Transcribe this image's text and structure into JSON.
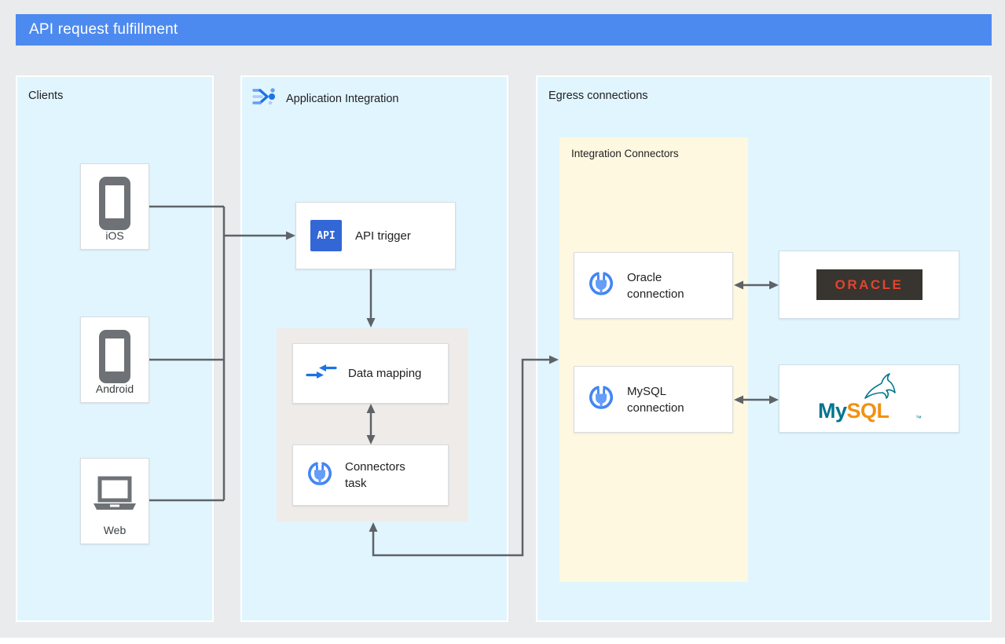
{
  "banner": {
    "title": "API request fulfillment"
  },
  "clients": {
    "title": "Clients",
    "items": [
      {
        "label": "iOS",
        "icon": "smartphone-icon"
      },
      {
        "label": "Android",
        "icon": "smartphone-icon"
      },
      {
        "label": "Web",
        "icon": "laptop-icon"
      }
    ]
  },
  "application_integration": {
    "title": "Application Integration",
    "header_icon": "application-integration-icon",
    "api_trigger": {
      "badge": "API",
      "label": "API trigger"
    },
    "data_mapping": {
      "label": "Data mapping",
      "icon": "data-mapping-arrows-icon"
    },
    "connectors_task": {
      "label": "Connectors task",
      "icon": "integration-connector-plug-icon"
    }
  },
  "egress": {
    "title": "Egress connections",
    "integration_connectors": {
      "title": "Integration Connectors",
      "connections": [
        {
          "label": "Oracle connection",
          "icon": "integration-connector-plug-icon"
        },
        {
          "label": "MySQL connection",
          "icon": "integration-connector-plug-icon"
        }
      ]
    },
    "oracle_logo": {
      "text": "ORACLE"
    },
    "mysql_logo": {
      "my": "My",
      "sql": "SQL",
      "tm": "™",
      "icon": "mysql-dolphin-icon"
    }
  },
  "colors": {
    "banner_blue": "#4D8AF0",
    "panel_blue": "#E1F5FE",
    "container_beige": "#EFEBE9",
    "container_yellow": "#FFF8E1",
    "connector_gray": "#5F6368",
    "google_blue": "#4285F4",
    "api_badge_blue": "#3367D6",
    "oracle_red": "#E2442F",
    "oracle_badge_dark": "#38342F",
    "mysql_teal": "#00758F",
    "mysql_orange": "#F29111",
    "device_icon_gray": "#6E7276"
  }
}
